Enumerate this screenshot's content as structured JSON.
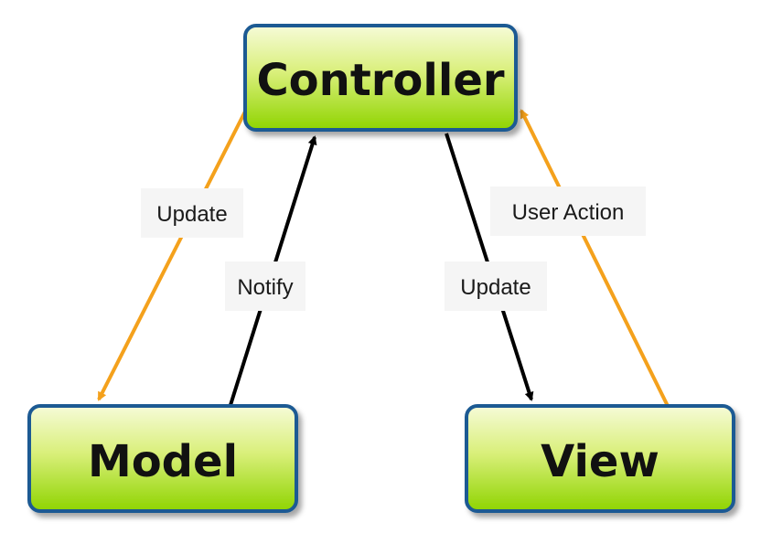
{
  "nodes": {
    "controller": {
      "label": "Controller"
    },
    "model": {
      "label": "Model"
    },
    "view": {
      "label": "View"
    }
  },
  "edges": {
    "controller_to_model": {
      "label": "Update",
      "color": "#f4a11c"
    },
    "model_to_controller": {
      "label": "Notify",
      "color": "#000000"
    },
    "controller_to_view": {
      "label": "Update",
      "color": "#000000"
    },
    "view_to_controller": {
      "label": "User Action",
      "color": "#f4a11c"
    }
  },
  "colors": {
    "node_fill_top": "#f6fbd8",
    "node_fill_bottom": "#8fd400",
    "node_border": "#1f5a93",
    "orange_arrow": "#f4a11c",
    "black_arrow": "#000000"
  }
}
